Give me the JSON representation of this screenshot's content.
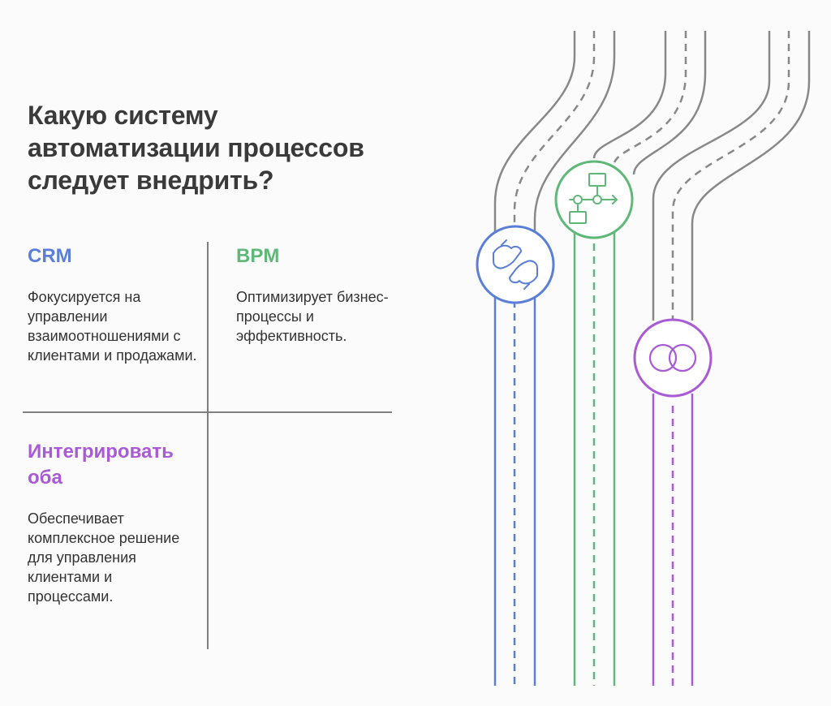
{
  "title": "Какую систему автоматизации процессов следует внедрить?",
  "colors": {
    "crm": "#5b7fd6",
    "bpm": "#5fb879",
    "both": "#a95ad6",
    "road": "#888888"
  },
  "options": {
    "crm": {
      "heading": "CRM",
      "description": "Фокусируется на управлении взаимоотношениями с клиентами и продажами.",
      "icon": "handshake-icon"
    },
    "bpm": {
      "heading": "BPM",
      "description": "Оптимизирует бизнес-процессы и эффективность.",
      "icon": "flowchart-icon"
    },
    "both": {
      "heading": "Интегрировать оба",
      "description": "Обеспечивает комплексное решение для управления клиентами и процессами.",
      "icon": "overlapping-circles-icon"
    }
  }
}
